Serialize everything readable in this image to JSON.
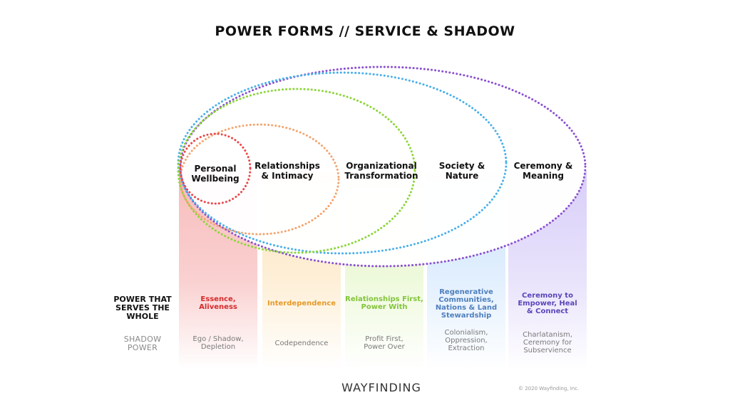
{
  "title": "POWER FORMS // SERVICE & SHADOW",
  "circles": [
    {
      "line1": "Personal",
      "line2": "Wellbeing",
      "color": "#e8484a"
    },
    {
      "line1": "Relationships",
      "line2": "& Intimacy",
      "color": "#f4a46e"
    },
    {
      "line1": "Organizational",
      "line2": "Transformation",
      "color": "#8cd63a"
    },
    {
      "line1": "Society &",
      "line2": "Nature",
      "color": "#4ab0ea"
    },
    {
      "line1": "Ceremony &",
      "line2": "Meaning",
      "color": "#8a50d0"
    }
  ],
  "row_headers": {
    "serve": [
      "POWER THAT",
      "SERVES THE",
      "WHOLE"
    ],
    "shadow": [
      "SHADOW",
      "POWER"
    ]
  },
  "columns": [
    {
      "serve": [
        "Essence,",
        "Aliveness"
      ],
      "serve_color": "#d42b2b",
      "shadow": [
        "Ego / Shadow,",
        "Depletion"
      ],
      "fill": "#f4a0a0"
    },
    {
      "serve": [
        "Interdependence"
      ],
      "serve_color": "#e49a2a",
      "shadow": [
        "Codependence"
      ],
      "fill": "#fad6a0"
    },
    {
      "serve": [
        "Relationships First,",
        "Power With"
      ],
      "serve_color": "#82c43a",
      "shadow": [
        "Profit First,",
        "Power Over"
      ],
      "fill": "#d4f0aa"
    },
    {
      "serve": [
        "Regenerative",
        "Communities,",
        "Nations & Land",
        "Stewardship"
      ],
      "serve_color": "#4e7fbe",
      "shadow": [
        "Colonialism,",
        "Oppression,",
        "Extraction"
      ],
      "fill": "#b4d6fa"
    },
    {
      "serve": [
        "Ceremony to",
        "Empower, Heal",
        "& Connect"
      ],
      "serve_color": "#5b45b8",
      "shadow": [
        "Charlatanism,",
        "Ceremony for",
        "Subservience"
      ],
      "fill": "#ccbef6"
    }
  ],
  "footer": "WAYFINDING",
  "copyright": "© 2020 Wayfinding, Inc."
}
